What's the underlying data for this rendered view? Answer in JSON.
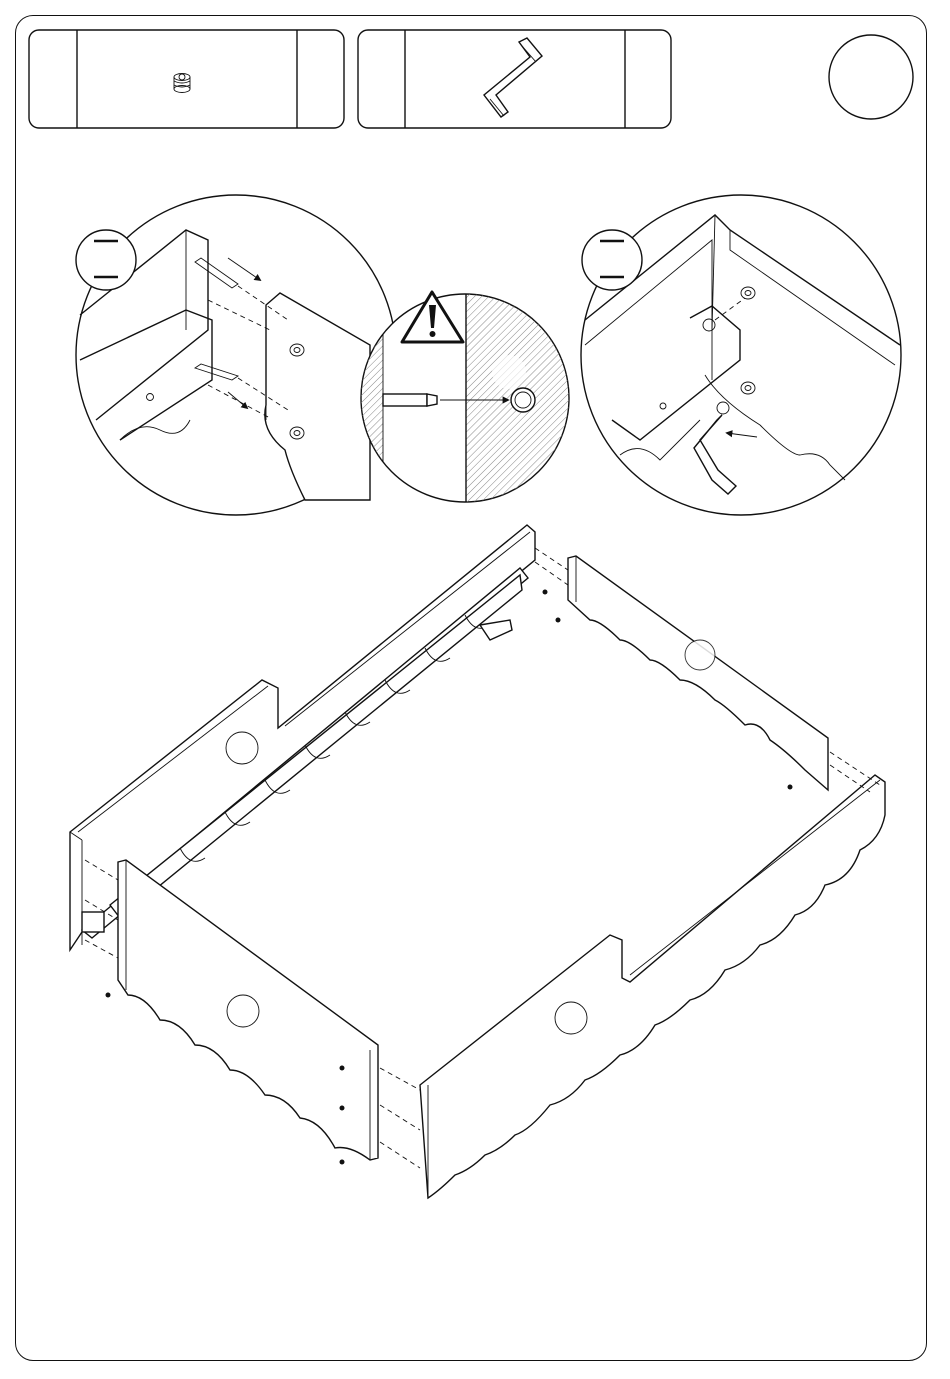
{
  "page": {
    "type": "assembly-instruction-step",
    "colors": {
      "ink": "#111111",
      "paper": "#ffffff",
      "hatch": "#888888"
    }
  },
  "parts": [
    {
      "name": "threaded-insert",
      "icon": "threaded-insert-icon",
      "quantity_label": ""
    },
    {
      "name": "hex-key",
      "icon": "hex-key-icon",
      "quantity_label": ""
    }
  ],
  "step_number": "",
  "details": [
    {
      "name": "dowel-insertion-detail",
      "quantity_label": ""
    },
    {
      "name": "warning-detail",
      "icon": "warning-icon"
    },
    {
      "name": "hex-key-tightening-detail",
      "quantity_label": ""
    }
  ],
  "main_diagram": {
    "name": "bed-frame-assembly",
    "markers": 4
  }
}
